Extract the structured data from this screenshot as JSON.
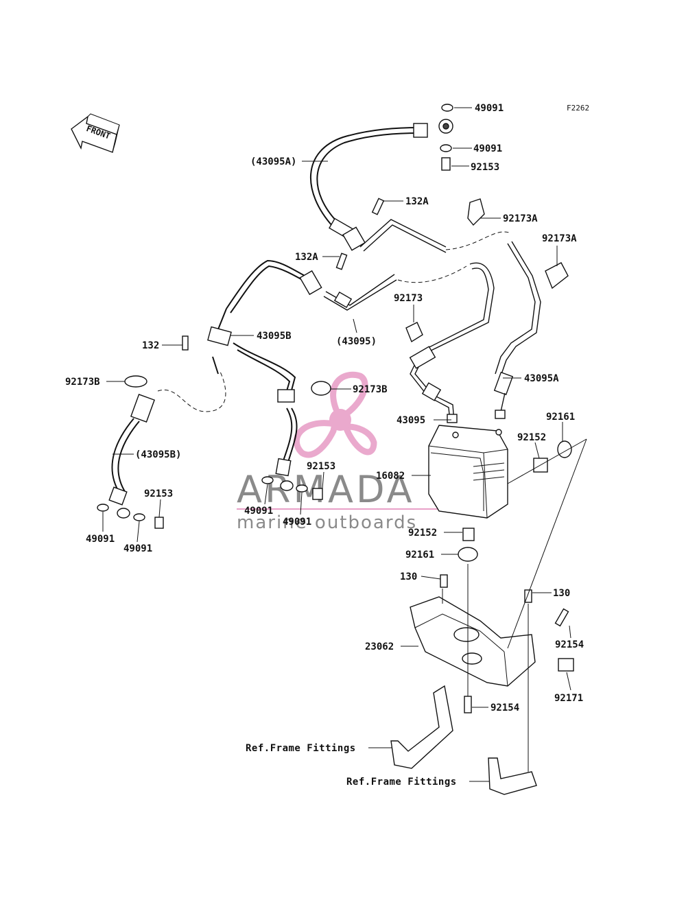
{
  "diagram": {
    "code": "F2262",
    "front_label": "FRONT",
    "labels": {
      "l49091_top": "49091",
      "l49091_mid": "49091",
      "l92153_top": "92153",
      "l43095A_par": "(43095A)",
      "l132A_1": "132A",
      "l92173A_1": "92173A",
      "l92173A_2": "92173A",
      "l132A_2": "132A",
      "l92173": "92173",
      "l132": "132",
      "l43095B": "43095B",
      "l43095_par": "(43095)",
      "l92173B_left": "92173B",
      "l92173B_mid": "92173B",
      "l43095A": "43095A",
      "l43095B_par": "(43095B)",
      "l43095": "43095",
      "l92161_top": "92161",
      "l92152_top": "92152",
      "l92153_mid": "92153",
      "l16082": "16082",
      "l92153_left": "92153",
      "l49091_c1": "49091",
      "l49091_c2": "49091",
      "l49091_l1": "49091",
      "l49091_l2": "49091",
      "l92152_bot": "92152",
      "l92161_bot": "92161",
      "l130_left": "130",
      "l130_right": "130",
      "l92154_right": "92154",
      "l23062": "23062",
      "l92171": "92171",
      "l92154_bot": "92154",
      "ref_frame_1": "Ref.Frame Fittings",
      "ref_frame_2": "Ref.Frame Fittings"
    }
  },
  "watermark": {
    "brand": "ARMADA",
    "tagline": "marine outboards",
    "accent_color": "#e8a0c8",
    "text_color": "#8a8a8a"
  }
}
